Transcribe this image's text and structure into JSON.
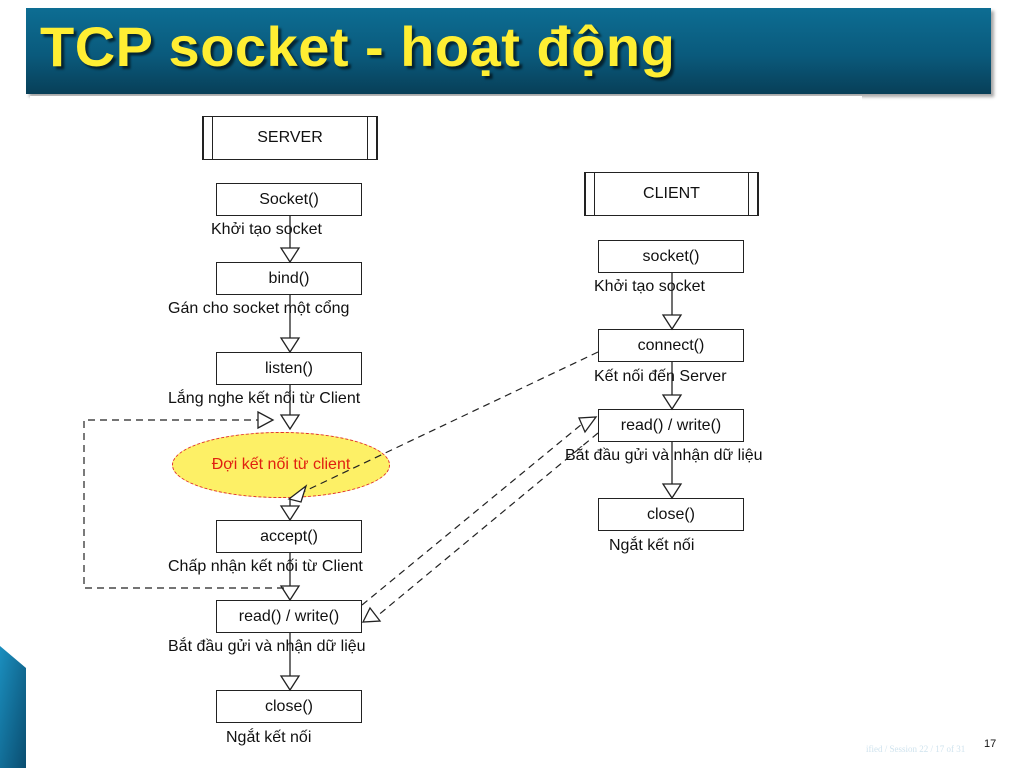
{
  "title": "TCP socket - hoạt động",
  "server": {
    "header": "SERVER",
    "steps": [
      {
        "call": "Socket()",
        "desc": "Khởi tạo socket"
      },
      {
        "call": "bind()",
        "desc": "Gán cho socket một cổng"
      },
      {
        "call": "listen()",
        "desc": "Lắng nghe kết nối từ Client"
      },
      {
        "call": "accept()",
        "desc": "Chấp nhận kết nối từ Client"
      },
      {
        "call": "read() / write()",
        "desc": "Bắt đầu gửi và nhận dữ liệu"
      },
      {
        "call": "close()",
        "desc": "Ngắt kết nối"
      }
    ],
    "wait_label": "Đợi kết nối từ client"
  },
  "client": {
    "header": "CLIENT",
    "steps": [
      {
        "call": "socket()",
        "desc": "Khởi tạo socket"
      },
      {
        "call": "connect()",
        "desc": "Kết nối đến Server"
      },
      {
        "call": "read() / write()",
        "desc": "Bắt đầu gửi và nhận dữ liệu"
      },
      {
        "call": "close()",
        "desc": "Ngắt kết nối"
      }
    ]
  },
  "page_number": "17",
  "footer_text": "ified / Session 22 / 17 of 31",
  "colors": {
    "title_bar": "#0a5a7c",
    "title_text": "#ffee33",
    "wait_fill": "#fdf066",
    "wait_text": "#e02010"
  }
}
